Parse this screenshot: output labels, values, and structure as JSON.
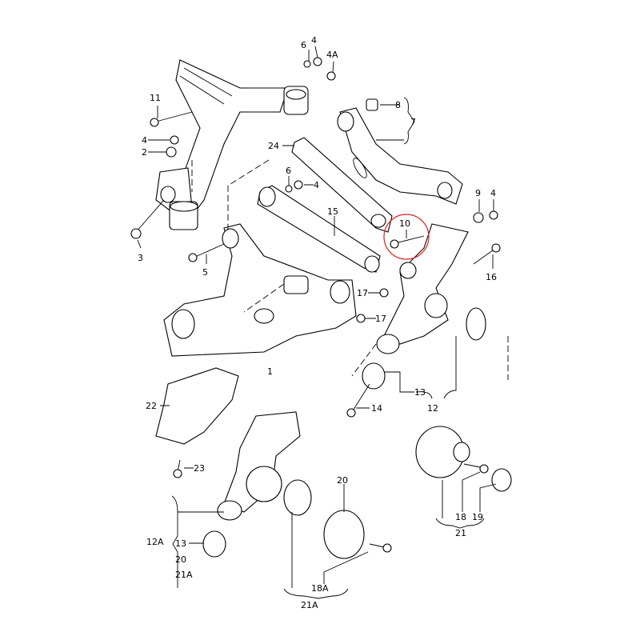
{
  "diagram": {
    "type": "exploded parts diagram - rear suspension",
    "highlight_color": "#e02020",
    "highlighted_part": "10",
    "labels": [
      "6",
      "4",
      "4A",
      "11",
      "8",
      "7",
      "4",
      "2",
      "24",
      "6",
      "4",
      "9",
      "4",
      "15",
      "10",
      "3",
      "5",
      "16",
      "17",
      "17",
      "1",
      "13",
      "12",
      "14",
      "22",
      "23",
      "20",
      "12A",
      "13",
      "20",
      "21A",
      "18A",
      "21A",
      "18",
      "19",
      "21"
    ]
  }
}
